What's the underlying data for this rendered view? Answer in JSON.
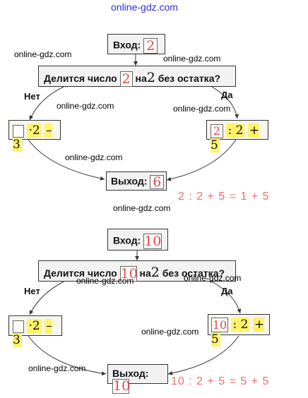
{
  "watermark_top": "online-gdz.com",
  "watermark": "online-gdz.com",
  "diagrams": [
    {
      "input_label": "Вход:",
      "input_value": "2",
      "condition_prefix": "Делится число",
      "condition_value": "2",
      "condition_mid": "на",
      "condition_divisor": "2",
      "condition_suffix": "без остатка?",
      "no_label": "Нет",
      "yes_label": "Да",
      "no_op_1": "·2",
      "no_op_2": "– 3",
      "yes_value": "2",
      "yes_op_1": ": 2",
      "yes_op_2": "+ 5",
      "output_label": "Выход:",
      "output_value": "6",
      "equation": "2 : 2 + 5 = 1 + 5"
    },
    {
      "input_label": "Вход:",
      "input_value": "10",
      "condition_prefix": "Делится число",
      "condition_value": "10",
      "condition_mid": "на",
      "condition_divisor": "2",
      "condition_suffix": "без остатка?",
      "no_label": "Нет",
      "yes_label": "Да",
      "no_op_1": "·2",
      "no_op_2": "– 3",
      "yes_value": "10",
      "yes_op_1": ": 2",
      "yes_op_2": "+ 5",
      "output_label": "Выход:",
      "output_value": "10",
      "equation": "10 : 2 + 5 = 5 + 5"
    }
  ]
}
